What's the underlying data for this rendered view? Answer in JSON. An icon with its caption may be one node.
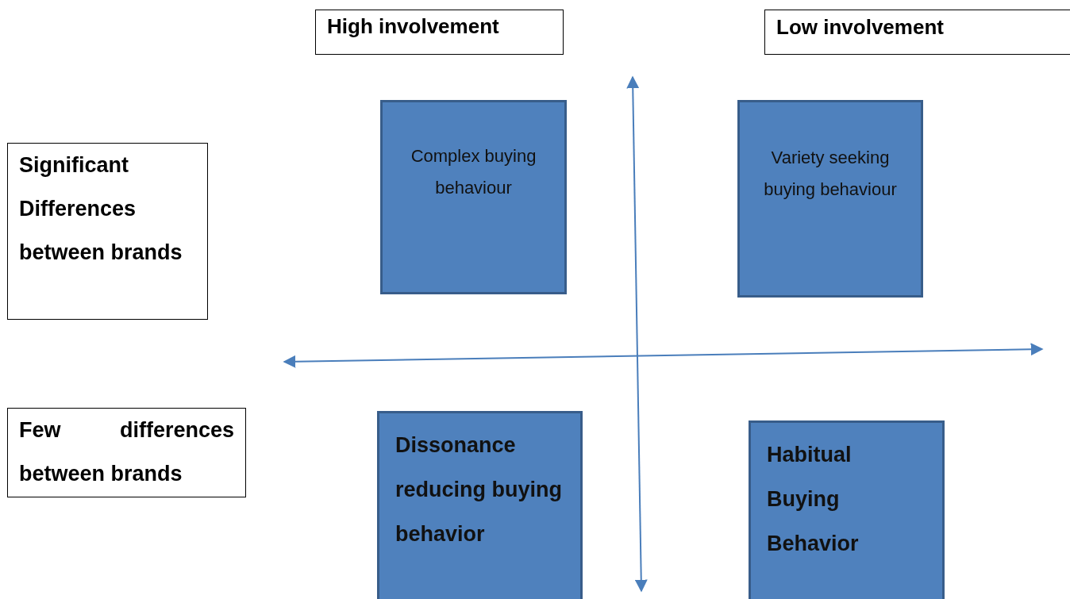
{
  "diagram": {
    "nodes": [
      {
        "text": [
          "High involvement"
        ]
      },
      {
        "text": [
          "Low involvement"
        ]
      },
      {
        "text": [
          "Significant Differences between brands"
        ]
      },
      {
        "text": [
          "Few differences between brands"
        ]
      },
      {
        "text": [
          "Complex buying behaviour"
        ]
      },
      {
        "text": [
          "Variety seeking buying behaviour"
        ]
      },
      {
        "text": [
          "Dissonance reducing buying behavior"
        ]
      },
      {
        "text": [
          "Habitual Buying Behavior"
        ]
      }
    ]
  }
}
